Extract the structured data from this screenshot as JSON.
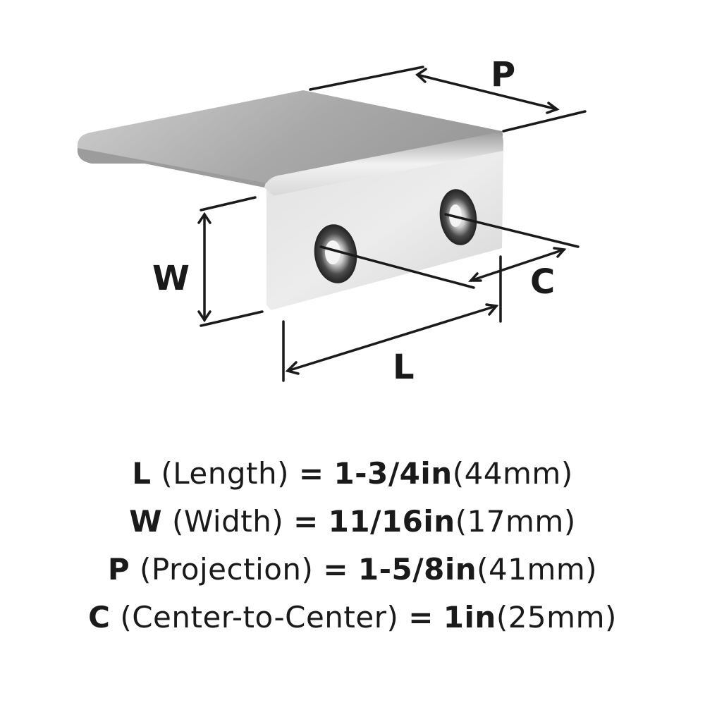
{
  "diagram": {
    "labels": {
      "p": "P",
      "w": "W",
      "c": "C",
      "l": "L"
    }
  },
  "specs": [
    {
      "letter": "L",
      "name": "(Length)",
      "eq": "=",
      "imperial": "1-3/4in",
      "metric": "(44mm)"
    },
    {
      "letter": "W",
      "name": "(Width)",
      "eq": "=",
      "imperial": "11/16in",
      "metric": "(17mm)"
    },
    {
      "letter": "P",
      "name": "(Projection)",
      "eq": "=",
      "imperial": "1-5/8in",
      "metric": "(41mm)"
    },
    {
      "letter": "C",
      "name": "(Center-to-Center)",
      "eq": "=",
      "imperial": "1in",
      "metric": "(25mm)"
    }
  ],
  "colors": {
    "ink": "#1a1a1a",
    "metal_light": "#e8e8e8",
    "metal_mid": "#bdbdbd",
    "metal_dark": "#8a8a8a"
  }
}
